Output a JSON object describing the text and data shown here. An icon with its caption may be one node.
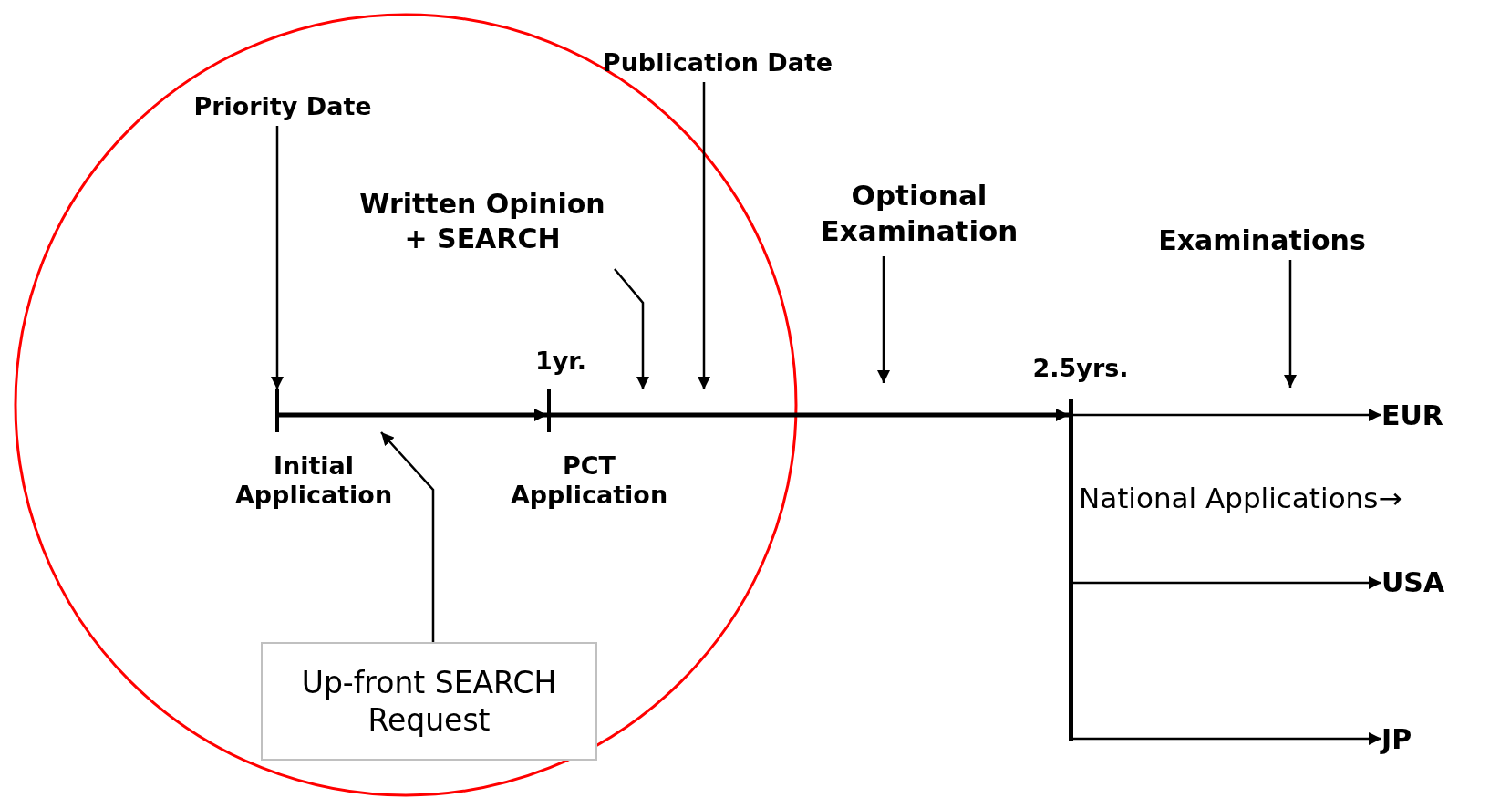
{
  "diagram": {
    "nodes": [
      {
        "text": [
          "Priority Date"
        ]
      },
      {
        "text": [
          "Written Opinion + SEARCH"
        ]
      },
      {
        "text": [
          "Publication Date"
        ]
      },
      {
        "text": [
          "Optional Examination"
        ]
      },
      {
        "text": [
          "Examinations"
        ]
      },
      {
        "text": [],
        "shape": "bar",
        "beside": [
          "Initial Application"
        ]
      },
      {
        "text": [],
        "shape": "bar",
        "beside": [
          "1yr.",
          "PCT Application"
        ]
      },
      {
        "text": [],
        "shape": "bar",
        "beside": [
          "2.5yrs."
        ]
      },
      {
        "text": [
          "EUR"
        ]
      },
      {
        "text": [
          "USA"
        ]
      },
      {
        "text": [
          "JP"
        ]
      },
      {
        "text": [
          "Up-front SEARCH Request"
        ]
      }
    ],
    "edges": [
      {
        "from": 0,
        "to": 5,
        "arrow": "to"
      },
      {
        "from": 5,
        "to": 6,
        "arrow": "to",
        "style": "thick"
      },
      {
        "from": 6,
        "to": 7,
        "arrow": "to",
        "style": "thick"
      },
      {
        "from": 1,
        "to": 6,
        "arrow": "to"
      },
      {
        "from": 2,
        "to": 6,
        "arrow": "to"
      },
      {
        "from": 3,
        "to": null,
        "arrow": "to"
      },
      {
        "from": 4,
        "to": null,
        "arrow": "to"
      },
      {
        "from": 7,
        "to": 8,
        "arrow": "to"
      },
      {
        "from": 7,
        "to": 9,
        "arrow": "to"
      },
      {
        "from": 7,
        "to": 10,
        "arrow": "to"
      },
      {
        "from": 11,
        "to": 5,
        "arrow": "to"
      }
    ],
    "labels": [
      "National Applications→"
    ]
  }
}
